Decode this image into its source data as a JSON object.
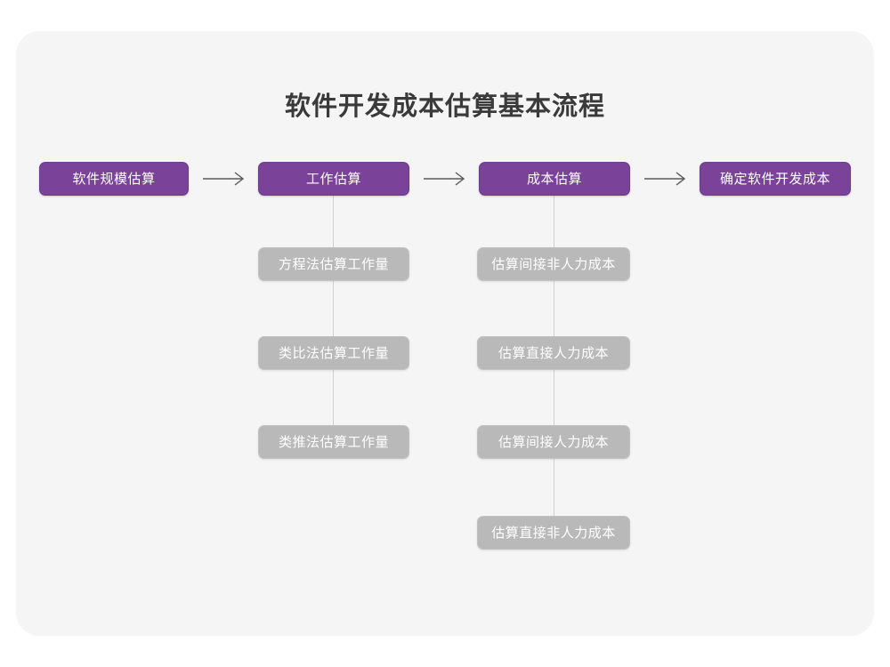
{
  "card": {
    "background_color": "#f5f5f5"
  },
  "title": "软件开发成本估算基本流程",
  "colors": {
    "primary_node": "#7a4399",
    "secondary_node": "#b9b9b9",
    "title_text": "#3a3a3a",
    "connector": "#cfcfcf",
    "arrow": "#5a5a5a",
    "canvas": "#ffffff"
  },
  "flow": {
    "main_steps": [
      {
        "id": "step-1",
        "label": "软件规模估算"
      },
      {
        "id": "step-2",
        "label": "工作估算"
      },
      {
        "id": "step-3",
        "label": "成本估算"
      },
      {
        "id": "step-4",
        "label": "确定软件开发成本"
      }
    ],
    "arrows": [
      {
        "id": "arrow-1",
        "glyph": "arrow-right-icon",
        "from": "step-1",
        "to": "step-2"
      },
      {
        "id": "arrow-2",
        "glyph": "arrow-right-icon",
        "from": "step-2",
        "to": "step-3"
      },
      {
        "id": "arrow-3",
        "glyph": "arrow-right-icon",
        "from": "step-3",
        "to": "step-4"
      }
    ],
    "branches": [
      {
        "id": "branch-work-estimation",
        "parent": "step-2",
        "items": [
          {
            "id": "work-1",
            "label": "方程法估算工作量"
          },
          {
            "id": "work-2",
            "label": "类比法估算工作量"
          },
          {
            "id": "work-3",
            "label": "类推法估算工作量"
          }
        ]
      },
      {
        "id": "branch-cost-estimation",
        "parent": "step-3",
        "items": [
          {
            "id": "cost-1",
            "label": "估算间接非人力成本"
          },
          {
            "id": "cost-2",
            "label": "估算直接人力成本"
          },
          {
            "id": "cost-3",
            "label": "估算间接人力成本"
          },
          {
            "id": "cost-4",
            "label": "估算直接非人力成本"
          }
        ]
      }
    ]
  }
}
